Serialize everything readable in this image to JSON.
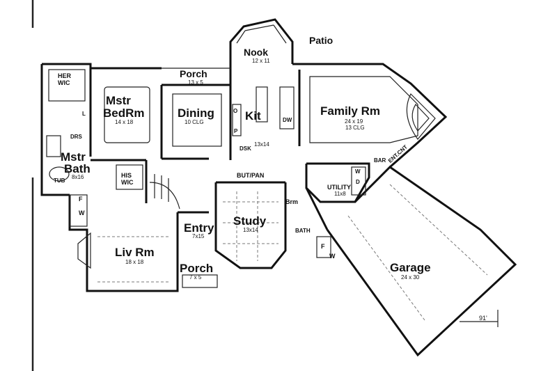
{
  "rooms": {
    "patio": {
      "name": "Patio"
    },
    "nook": {
      "name": "Nook",
      "dim": "12 x 11"
    },
    "porch_top": {
      "name": "Porch",
      "dim": "13 x 5"
    },
    "her_wic": {
      "line1": "HER",
      "line2": "WIC"
    },
    "mstr_bed": {
      "line1": "Mstr",
      "line2": "BedRm",
      "dim": "14 x 18"
    },
    "dining": {
      "name": "Dining",
      "dim": "10 CLG"
    },
    "kit": {
      "name": "Kit",
      "dim": "13x14"
    },
    "family": {
      "name": "Family Rm",
      "dim1": "24 x 19",
      "dim2": "13 CLG"
    },
    "mstr_bath": {
      "line1": "Mstr",
      "line2": "Bath",
      "dim": "8x16"
    },
    "his_wic": {
      "line1": "HIS",
      "line2": "WIC"
    },
    "utility": {
      "name": "UTILITY",
      "dim": "11x8"
    },
    "entry": {
      "name": "Entry",
      "dim": "7x15"
    },
    "study": {
      "name": "Study",
      "dim": "13x14"
    },
    "liv": {
      "name": "Liv Rm",
      "dim": "18 x 18"
    },
    "porch_bottom": {
      "name": "Porch",
      "dim": "7 x 5"
    },
    "garage": {
      "name": "Garage",
      "dim": "24 x 30"
    }
  },
  "small_labels": {
    "l": "L",
    "drs": "DRS",
    "tub": "TUB",
    "f_left": "F",
    "w_left": "W",
    "but_pan": "BUT/PAN",
    "brm": "Brm",
    "bath": "BATH",
    "f_right": "F",
    "w_right": "W",
    "o": "O",
    "p": "P",
    "dsk": "DSK",
    "dw": "DW",
    "bar": "BAR",
    "ent_cnt": "ENT.CNT",
    "w_util": "W",
    "d_util": "D",
    "dimension": "91'"
  }
}
